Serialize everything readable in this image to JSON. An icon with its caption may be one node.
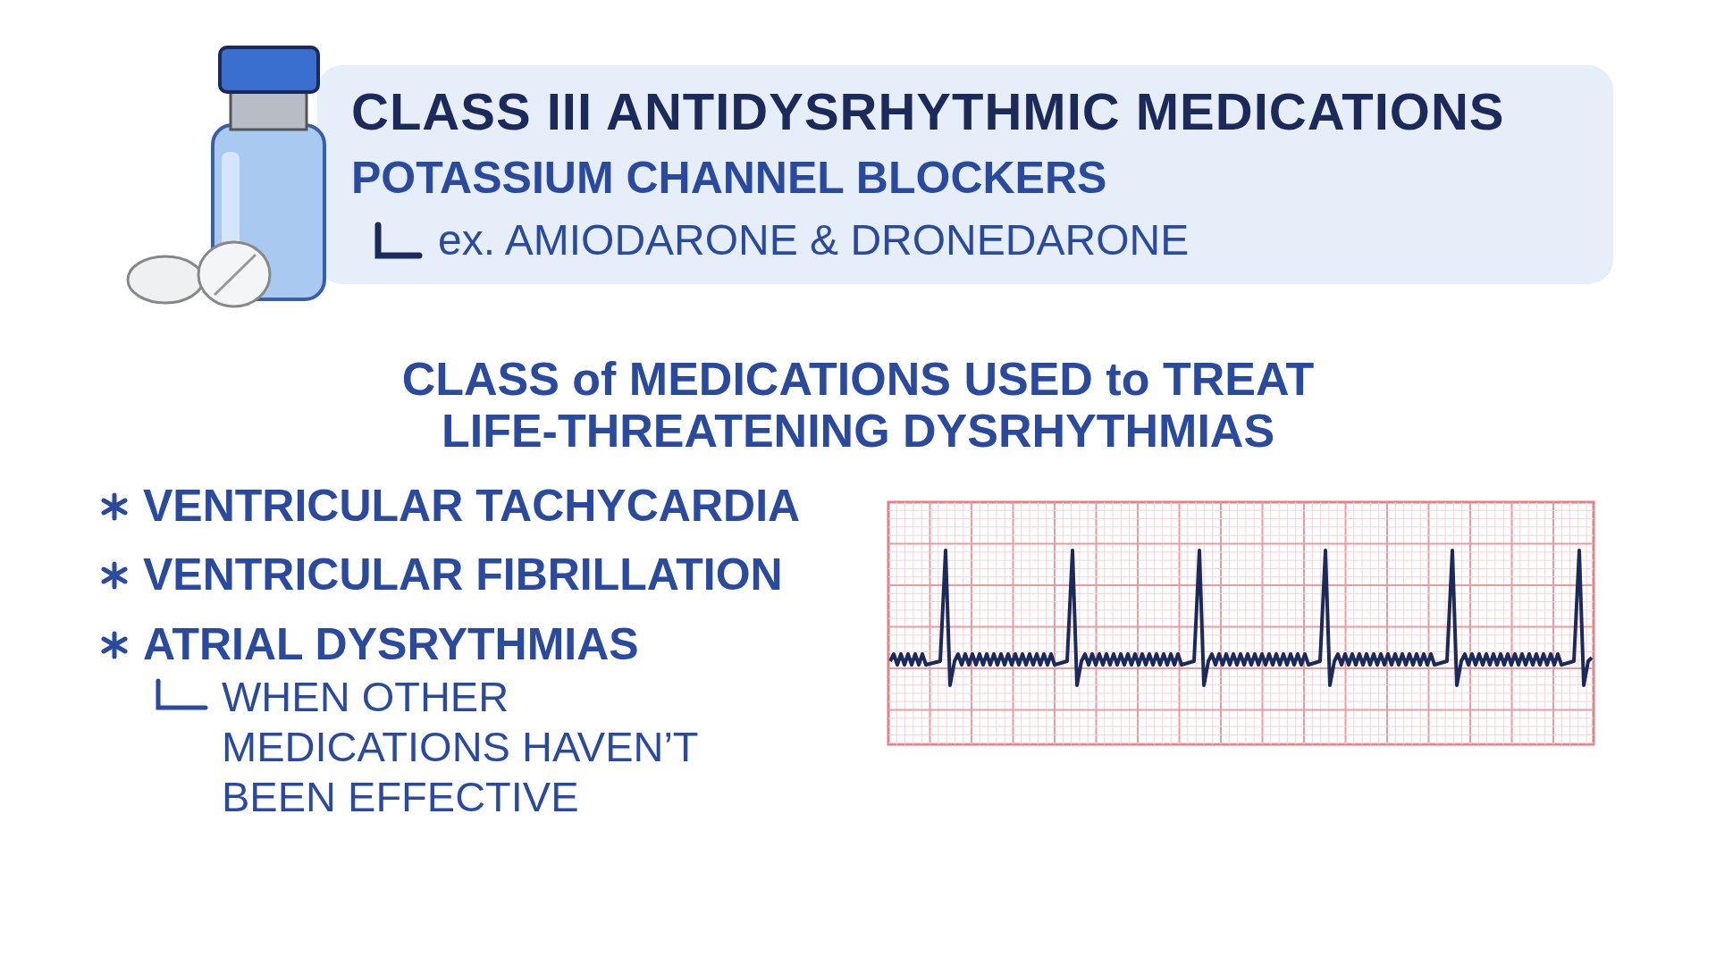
{
  "diagram": {
    "nodes": [
      {
        "text": [
          "CLASS III ANTIDYSRHYTHMIC MEDICATIONS",
          "POTASSIUM CHANNEL BLOCKERS",
          "ex. AMIODARONE & DRONEDARONE"
        ]
      }
    ],
    "labels": [
      "CLASS of MEDICATIONS USED to TREAT LIFE-THREATENING DYSRHYTHMIAS",
      "VENTRICULAR TACHYCARDIA",
      "VENTRICULAR FIBRILLATION",
      "ATRIAL DYSRYTHMIAS",
      "WHEN OTHER MEDICATIONS HAVEN’T BEEN EFFECTIVE"
    ]
  }
}
